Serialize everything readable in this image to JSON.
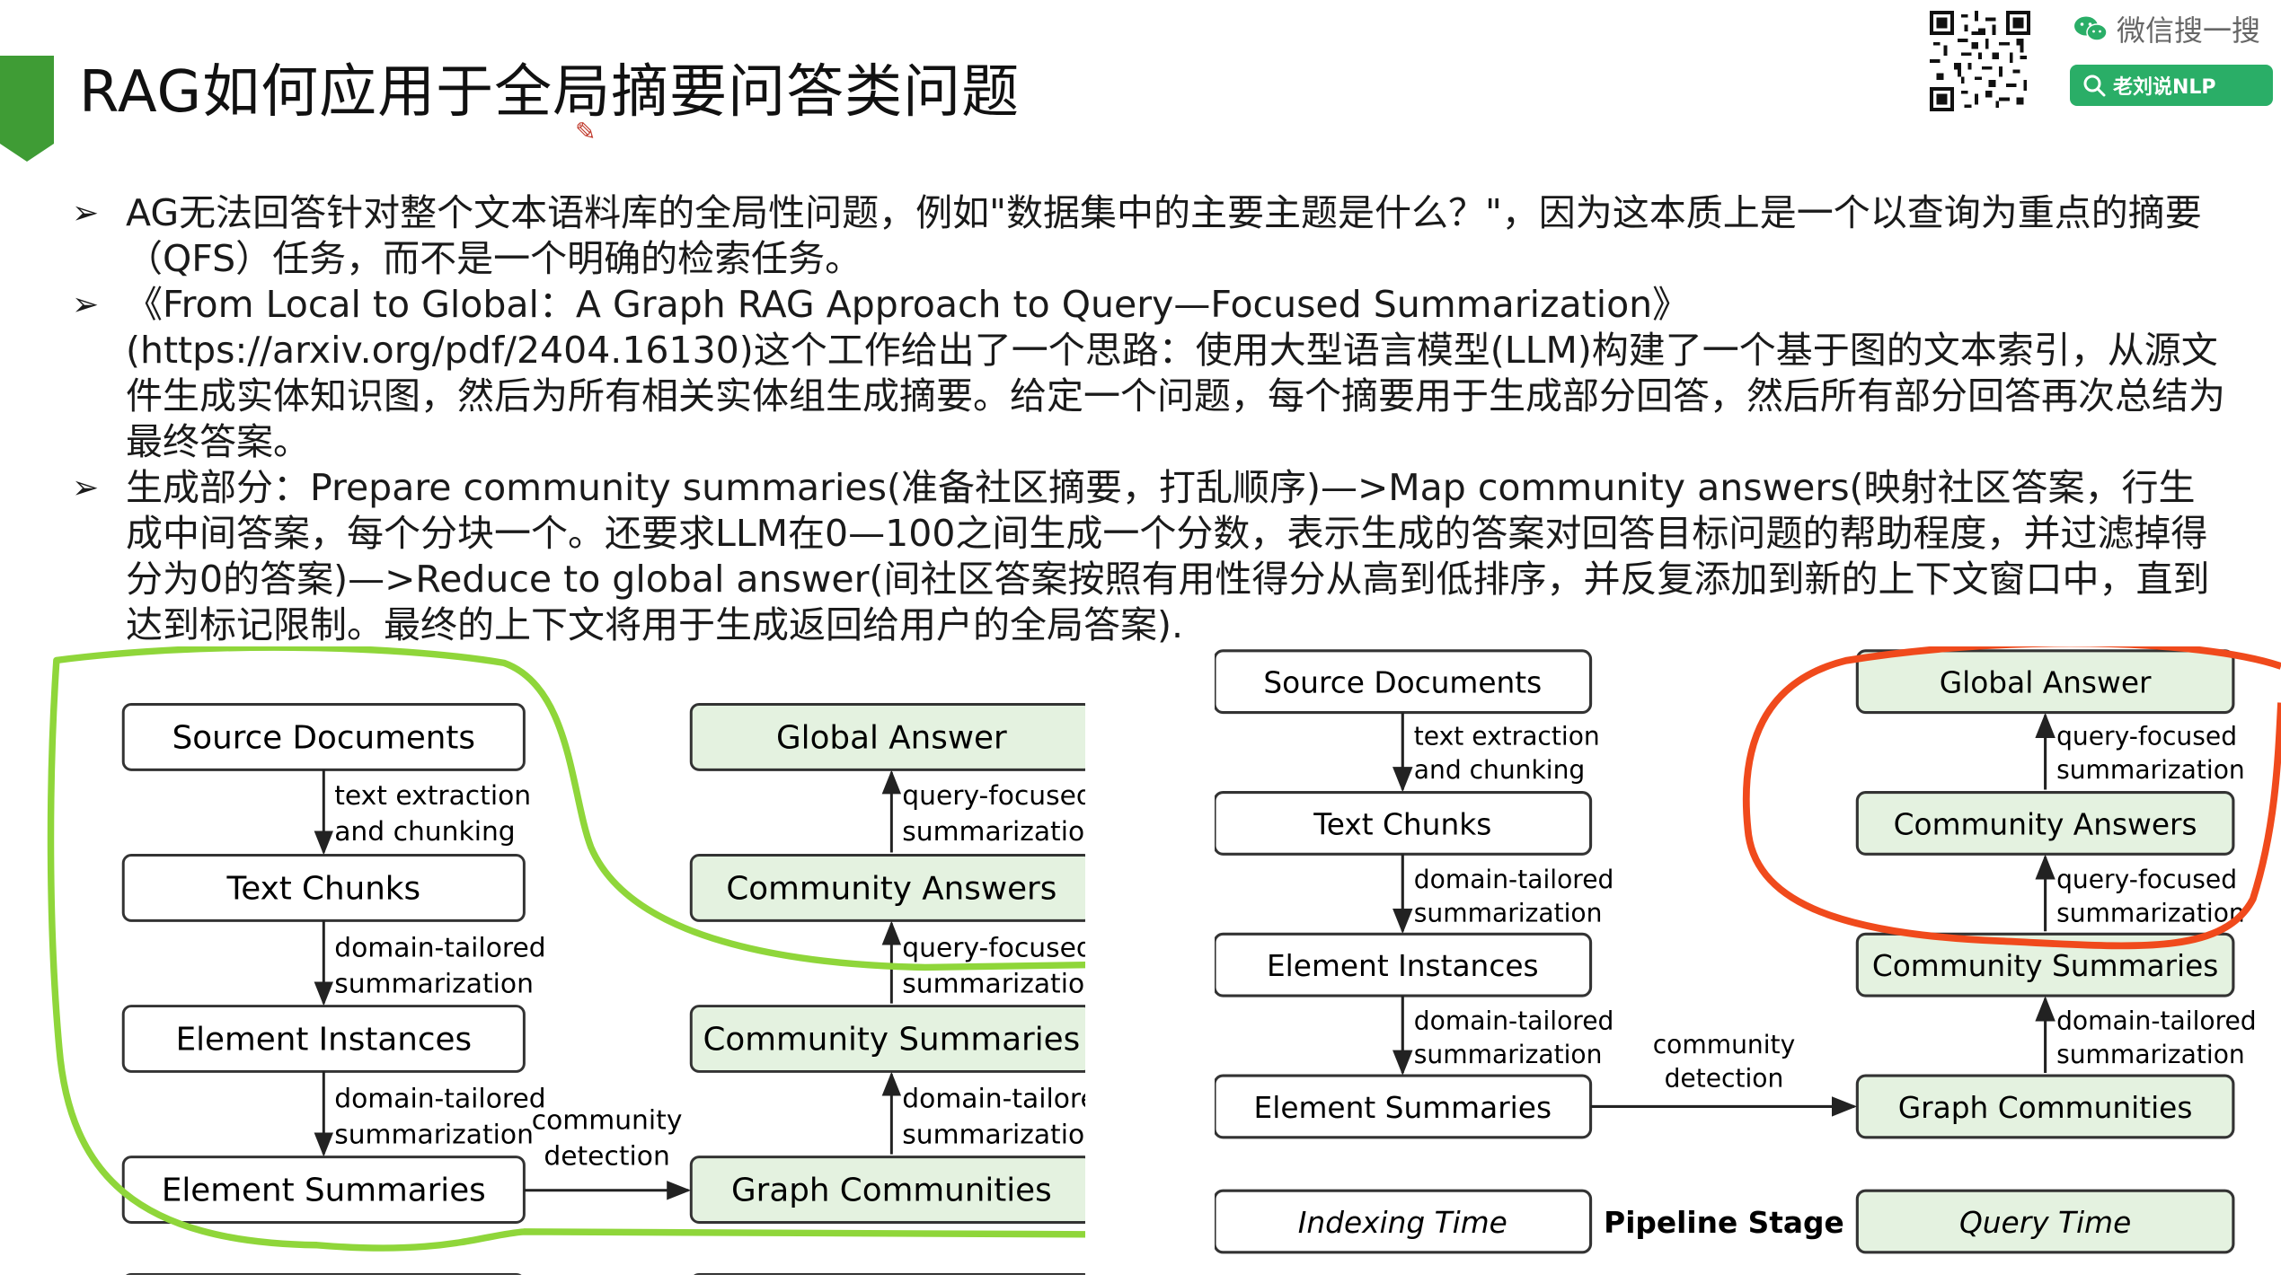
{
  "slide": {
    "title": "RAG如何应用于全局摘要问答类问题",
    "bullet_marker": "➢",
    "bullets": [
      "AG无法回答针对整个文本语料库的全局性问题，例如\"数据集中的主要主题是什么？\"，因为这本质上是一个以查询为重点的摘要（QFS）任务，而不是一个明确的检索任务。",
      "《From Local to Global：A Graph RAG Approach to Query—Focused Summarization》(https://arxiv.org/pdf/2404.16130)这个工作给出了一个思路：使用大型语言模型(LLM)构建了一个基于图的文本索引，从源文件生成实体知识图，然后为所有相关实体组生成摘要。给定一个问题，每个摘要用于生成部分回答，然后所有部分回答再次总结为最终答案。",
      "生成部分：Prepare community summaries(准备社区摘要，打乱顺序)—>Map community answers(映射社区答案，行生成中间答案，每个分块一个。还要求LLM在0—100之间生成一个分数，表示生成的答案对回答目标问题的帮助程度，并过滤掉得分为0的答案)—>Reduce to global answer(间社区答案按照有用性得分从高到低排序，并反复添加到新的上下文窗口中，直到达到标记限制。最终的上下文将用于生成返回给用户的全局答案)."
    ]
  },
  "branding": {
    "wechat_label": "微信搜一搜",
    "search_label": "老刘说NLP",
    "accent_color": "#2aae67"
  },
  "colors": {
    "title_marker": "#3f9c35",
    "query_box_fill": "#e4f2e0",
    "green_annotation": "#8fd63a",
    "red_annotation": "#f04a1c"
  },
  "diagram": {
    "indexing": {
      "boxes": [
        "Source Documents",
        "Text Chunks",
        "Element Instances",
        "Element Summaries"
      ],
      "edges": [
        [
          "text extraction",
          "and chunking"
        ],
        [
          "domain-tailored",
          "summarization"
        ],
        [
          "domain-tailored",
          "summarization"
        ]
      ]
    },
    "query": {
      "boxes": [
        "Global Answer",
        "Community Answers",
        "Community Summaries",
        "Graph Communities"
      ],
      "edges": [
        [
          "query-focused",
          "summarization"
        ],
        [
          "query-focused",
          "summarization"
        ],
        [
          "domain-tailored",
          "summarization"
        ]
      ]
    },
    "cross_edge": [
      "community",
      "detection"
    ],
    "legend": {
      "indexing": "Indexing Time",
      "stage": "Pipeline Stage",
      "query": "Query Time"
    }
  }
}
